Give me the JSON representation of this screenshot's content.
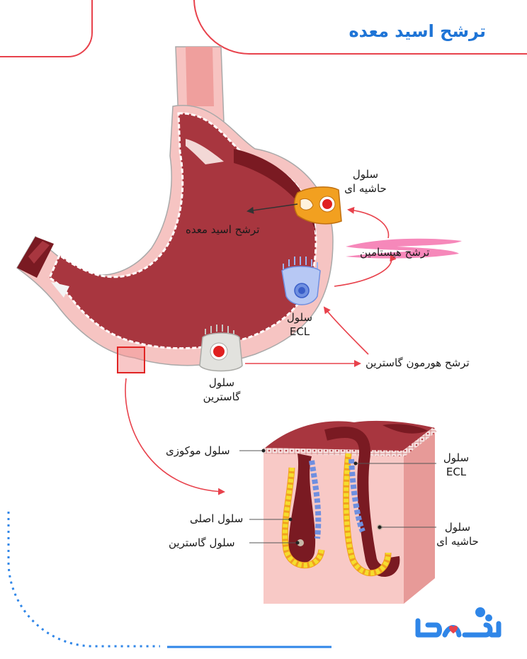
{
  "title": "ترشح اسید معده",
  "labels": {
    "parietal_cell": [
      "سلول",
      "حاشیه ای"
    ],
    "gastric_acid": "ترشح اسید معده",
    "histamine": "ترشح هیستامین",
    "ecl_cell": [
      "سلول",
      "ECL"
    ],
    "gastrin_secretion": "ترشح هورمون گاسترین",
    "gastrin_cell": [
      "سلول",
      "گاسترین"
    ],
    "mucous_cell": "سلول موکوزی",
    "chief_cell": "سلول اصلی",
    "gastrin_cell_gland": "سلول گاسترین",
    "ecl_cell_gland": [
      "سلول",
      "ECL"
    ],
    "parietal_cell_gland": [
      "سلول",
      "حاشیه ای"
    ]
  },
  "colors": {
    "title": "#1e74d6",
    "stomach": "#a8363f",
    "stomach_dark": "#7a1a22",
    "stomach_wall": "#f4b8b6",
    "arrow": "#e8424c",
    "parietal": "#f2a020",
    "ecl": "#9cb4f0",
    "gastrin": "#d8d8d4",
    "histamine_brush": "#f57bb3",
    "tissue": "#f8c9c6"
  },
  "logo": {
    "icon": "darmankade-logo-icon"
  }
}
